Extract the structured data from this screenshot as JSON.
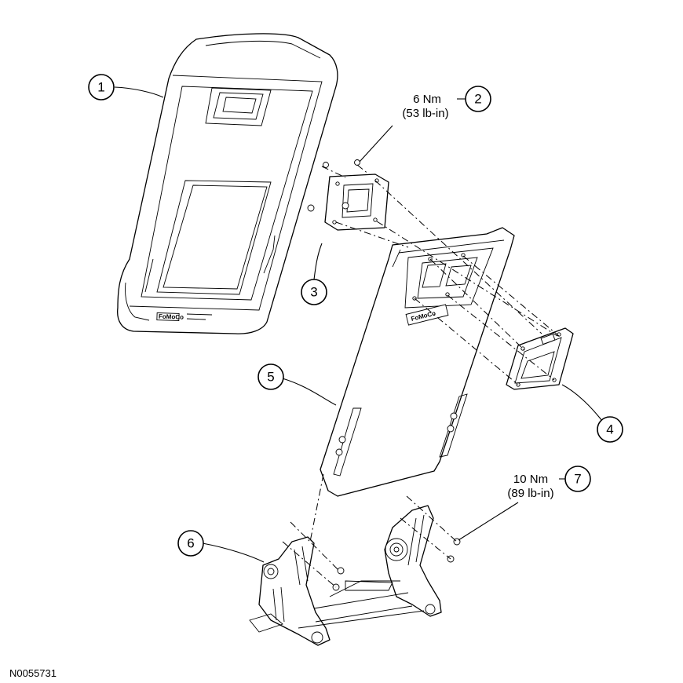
{
  "callouts": [
    {
      "number": "1"
    },
    {
      "number": "2"
    },
    {
      "number": "3"
    },
    {
      "number": "4"
    },
    {
      "number": "5"
    },
    {
      "number": "6"
    },
    {
      "number": "7"
    }
  ],
  "torque_specs": {
    "callout_2": {
      "nm": "6 Nm",
      "lbin": "(53 lb-in)"
    },
    "callout_7": {
      "nm": "10 Nm",
      "lbin": "(89 lb-in)"
    }
  },
  "figure_id": "N0055731",
  "logo_text": "FoMoCo"
}
